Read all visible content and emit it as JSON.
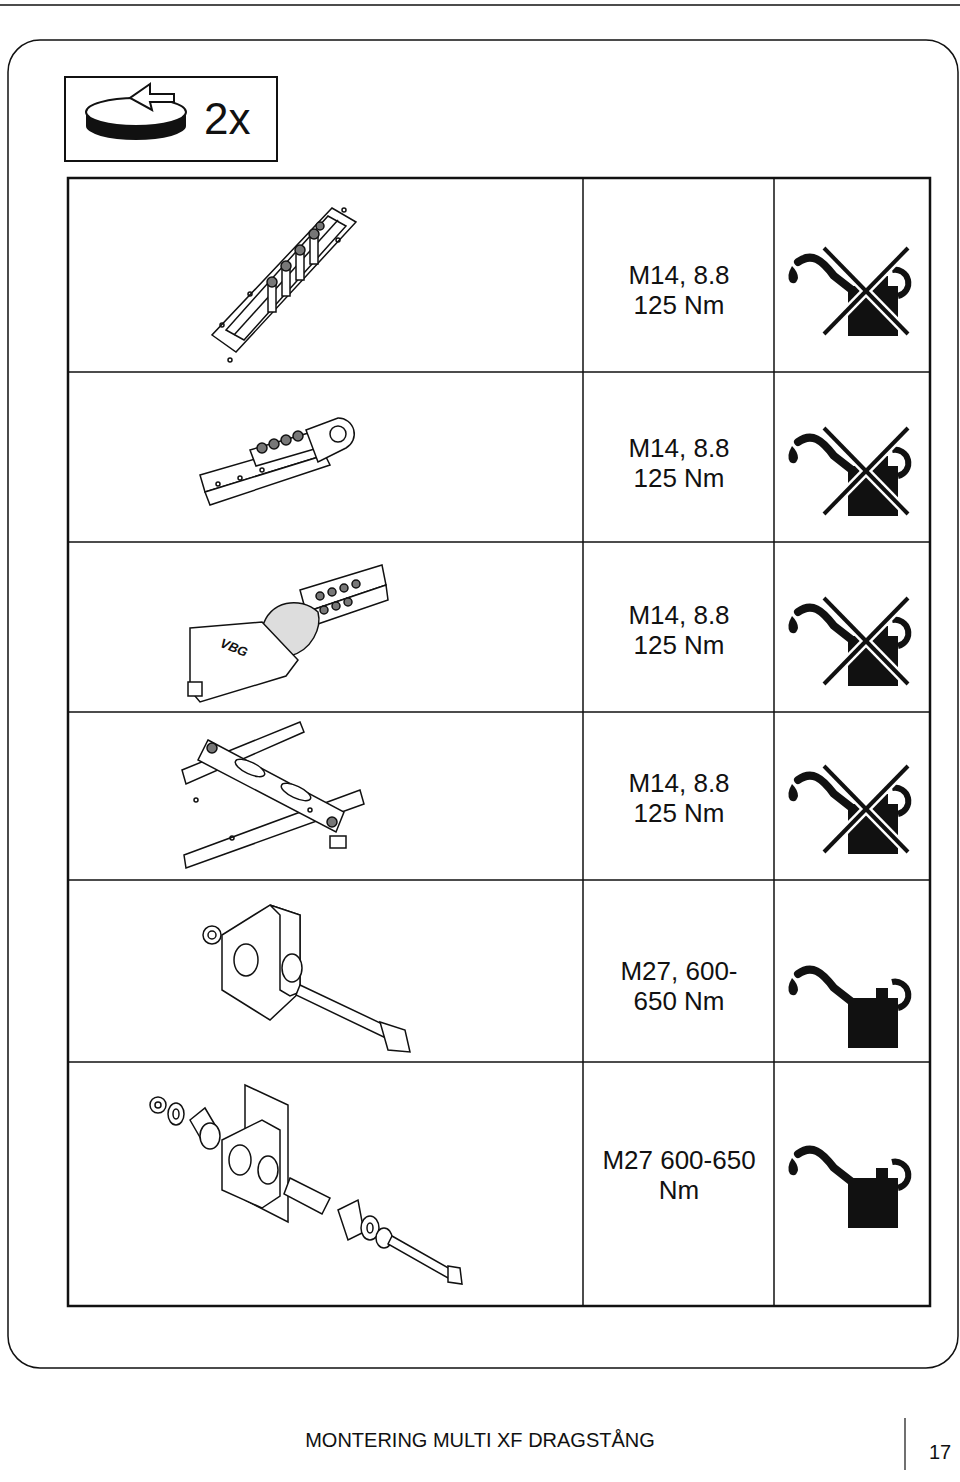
{
  "diagram": {
    "nodes": [
      {
        "text": [
          "2x"
        ]
      }
    ],
    "labels": [
      "M14, 8.8 125 Nm",
      "M14, 8.8 125 Nm",
      "M14, 8.8 125 Nm",
      "M14, 8.8 125 Nm",
      "M27, 600-650 Nm",
      "M27 600-650 Nm",
      "VBG",
      "MONTERING MULTI XF DRAGSTÅNG",
      "17"
    ]
  }
}
